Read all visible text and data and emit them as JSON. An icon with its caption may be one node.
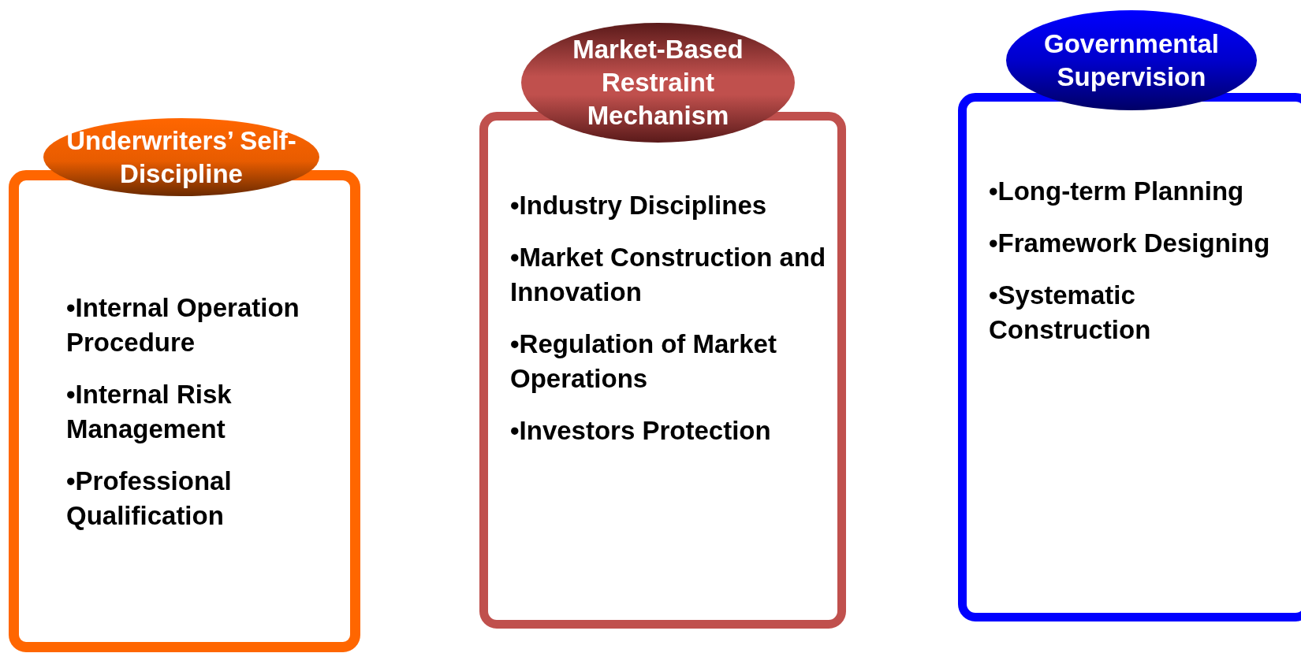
{
  "diagram": {
    "nodes": [
      {
        "text": [
          "Underwriters’ Self-Discipline"
        ]
      },
      {
        "text": [
          "•Internal Operation Procedure",
          "•Internal Risk Management",
          "•Professional Qualification"
        ]
      },
      {
        "text": [
          "Market-Based Restraint Mechanism"
        ]
      },
      {
        "text": [
          "•Industry Disciplines",
          "•Market Construction and Innovation",
          "•Regulation of Market Operations",
          "•Investors Protection"
        ]
      },
      {
        "text": [
          "Governmental Supervision"
        ]
      },
      {
        "text": [
          "•Long-term Planning",
          "•Framework Designing",
          "•Systematic Construction"
        ]
      }
    ]
  }
}
